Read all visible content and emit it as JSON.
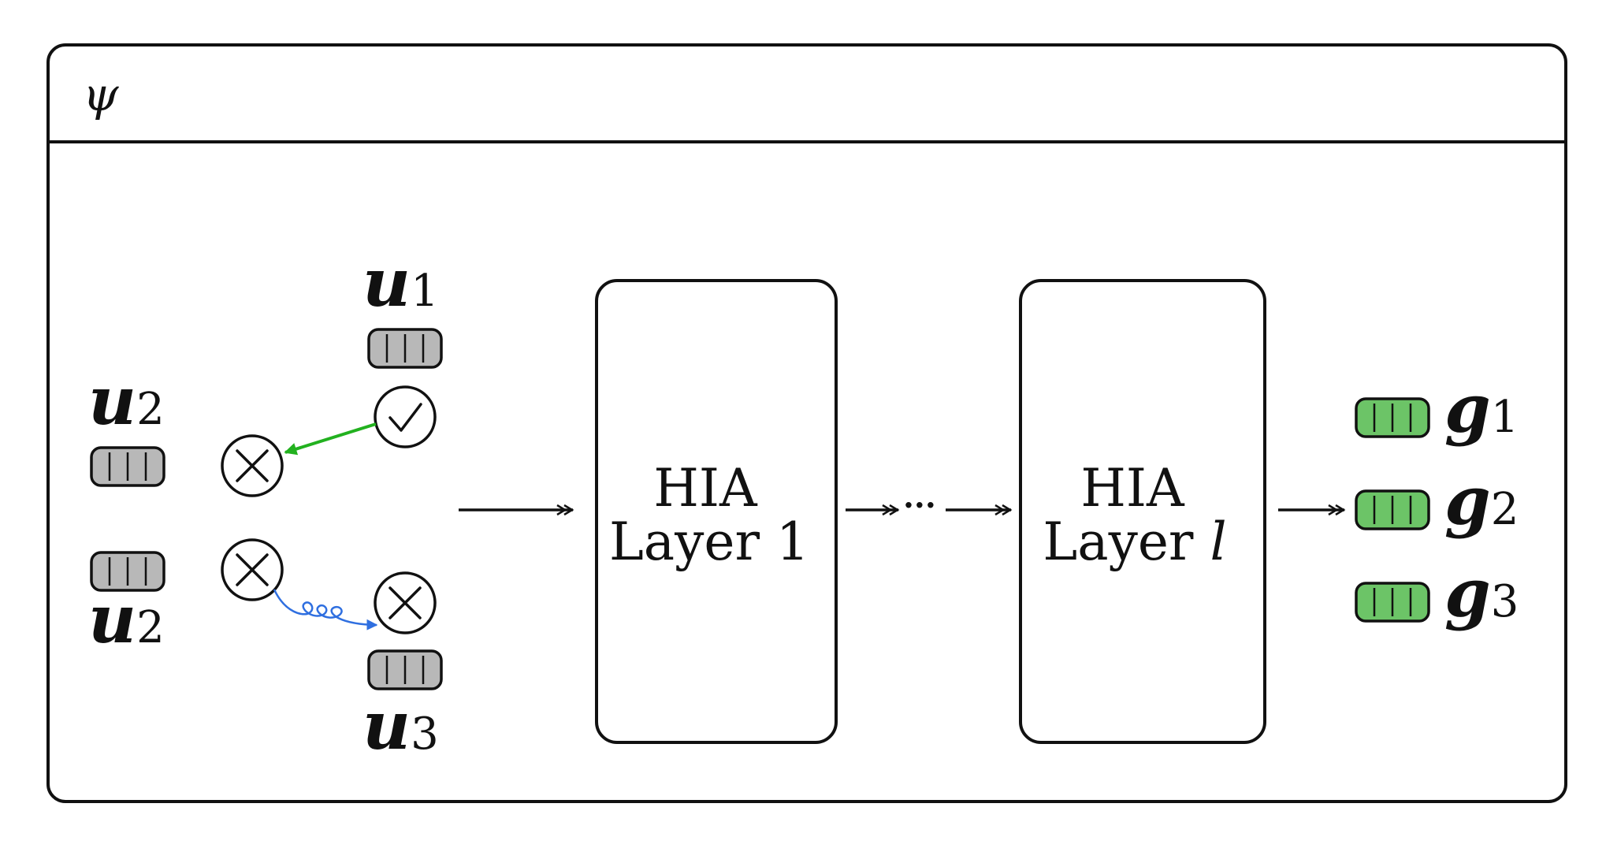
{
  "header": {
    "symbol": "ψ"
  },
  "inputs": {
    "u1": {
      "var": "u",
      "sub": "1"
    },
    "u2_top": {
      "var": "u",
      "sub": "2"
    },
    "u2_bottom": {
      "var": "u",
      "sub": "2"
    },
    "u3": {
      "var": "u",
      "sub": "3"
    }
  },
  "layers": [
    {
      "line1": "HIA",
      "line2": "Layer 1",
      "sub": ""
    },
    {
      "line1": "HIA",
      "line2": "Layer ",
      "sub": "l"
    }
  ],
  "ellipsis": "···",
  "outputs": [
    {
      "var": "g",
      "sub": "1"
    },
    {
      "var": "g",
      "sub": "2"
    },
    {
      "var": "g",
      "sub": "3"
    }
  ],
  "colors": {
    "embedding_input": "#b8b8b8",
    "embedding_output": "#6cc467",
    "accept_arrow": "#22b11f",
    "reject_arrow": "#2f6fe0",
    "stroke": "#111111"
  }
}
